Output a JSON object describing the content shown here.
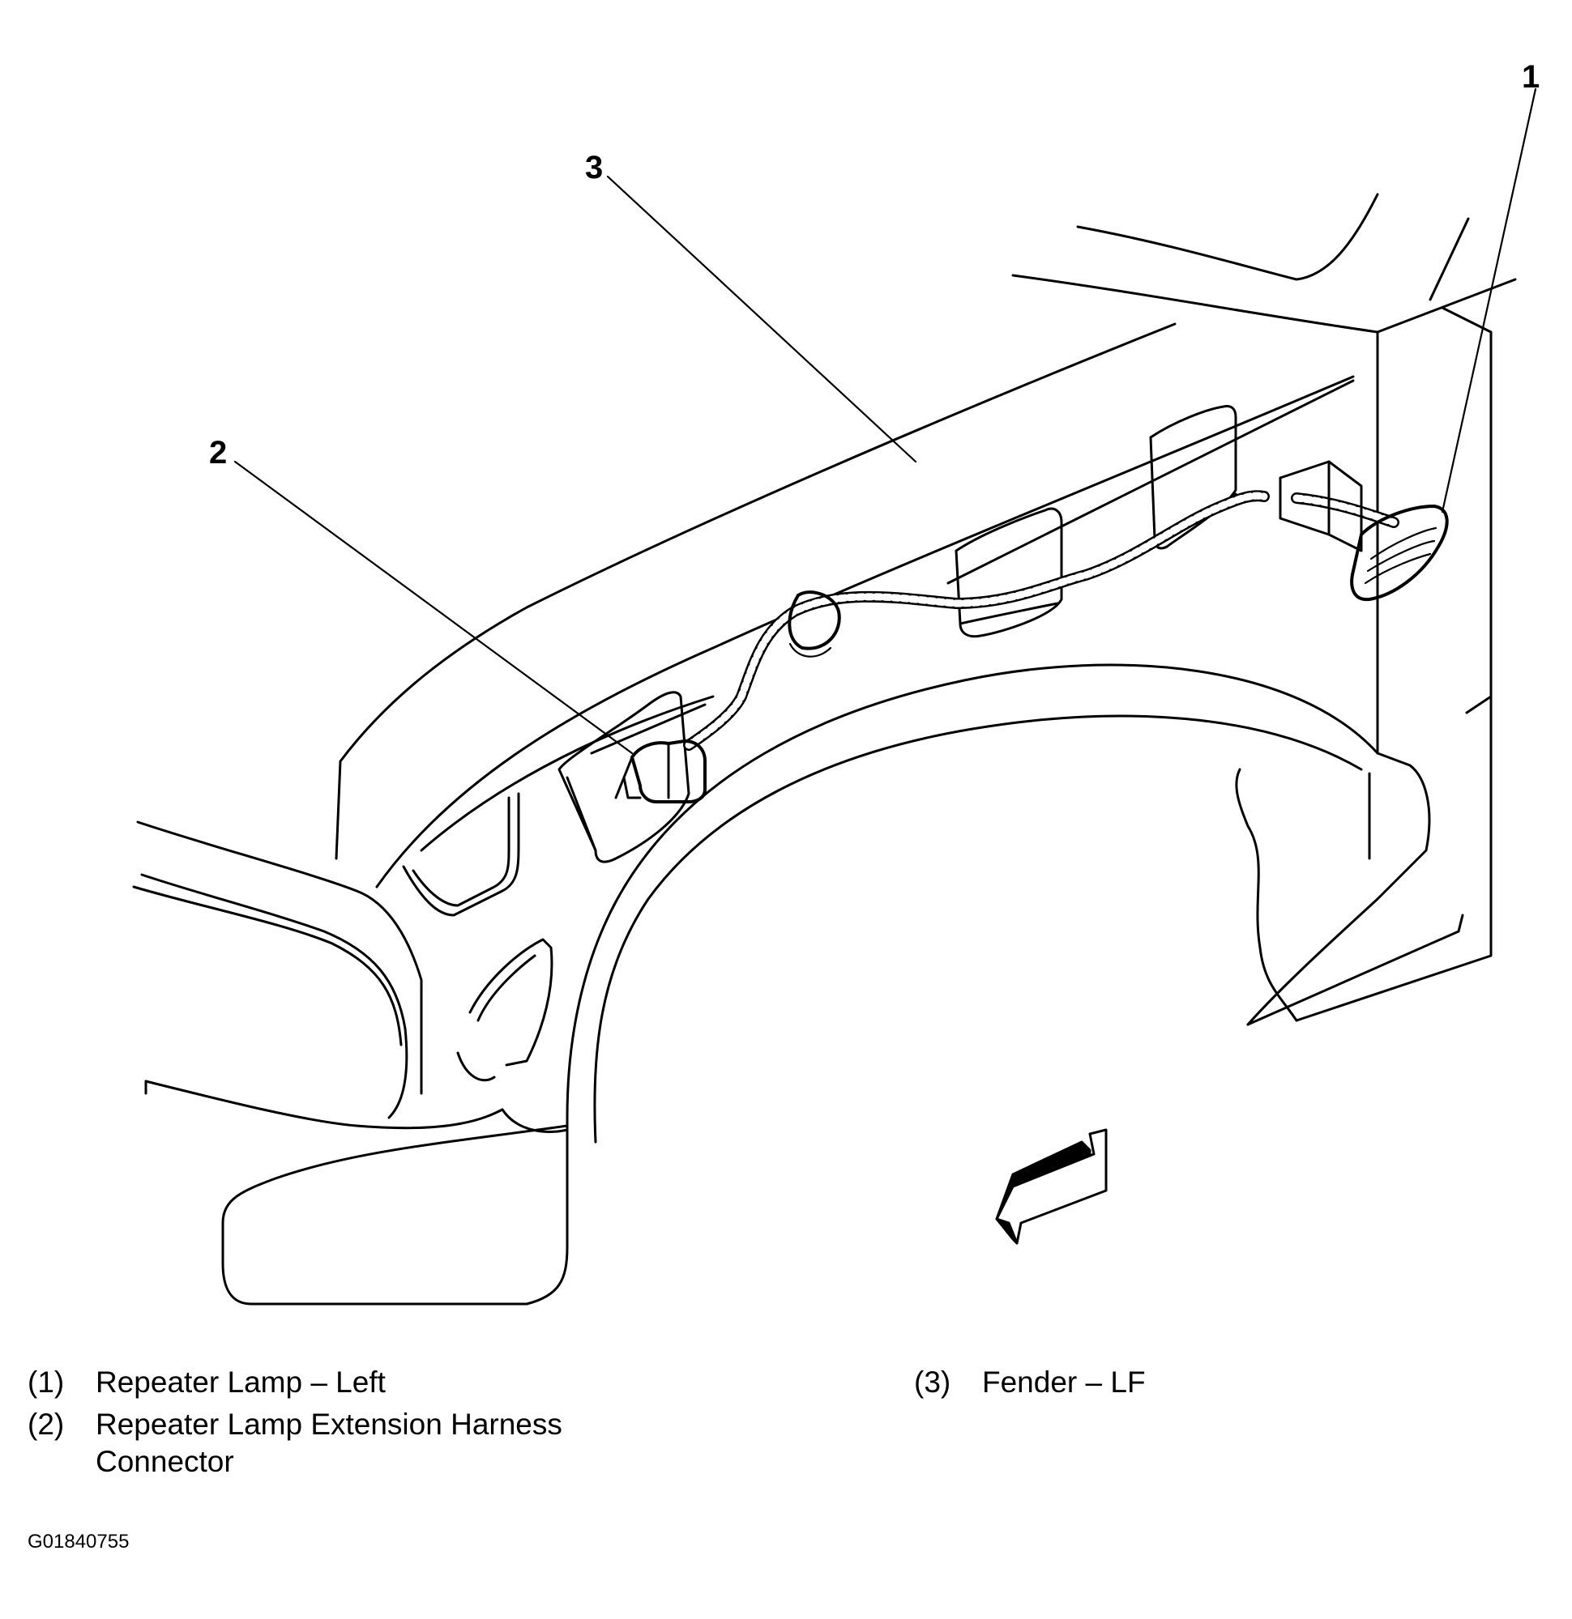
{
  "callouts": [
    {
      "id": "1",
      "label": "1"
    },
    {
      "id": "2",
      "label": "2"
    },
    {
      "id": "3",
      "label": "3"
    }
  ],
  "legend": [
    {
      "num": "(1)",
      "text": "Repeater Lamp – Left"
    },
    {
      "num": "(2)",
      "text": "Repeater Lamp Extension Harness Connector"
    },
    {
      "num": "(3)",
      "text": "Fender – LF"
    }
  ],
  "figure_code": "G01840755"
}
